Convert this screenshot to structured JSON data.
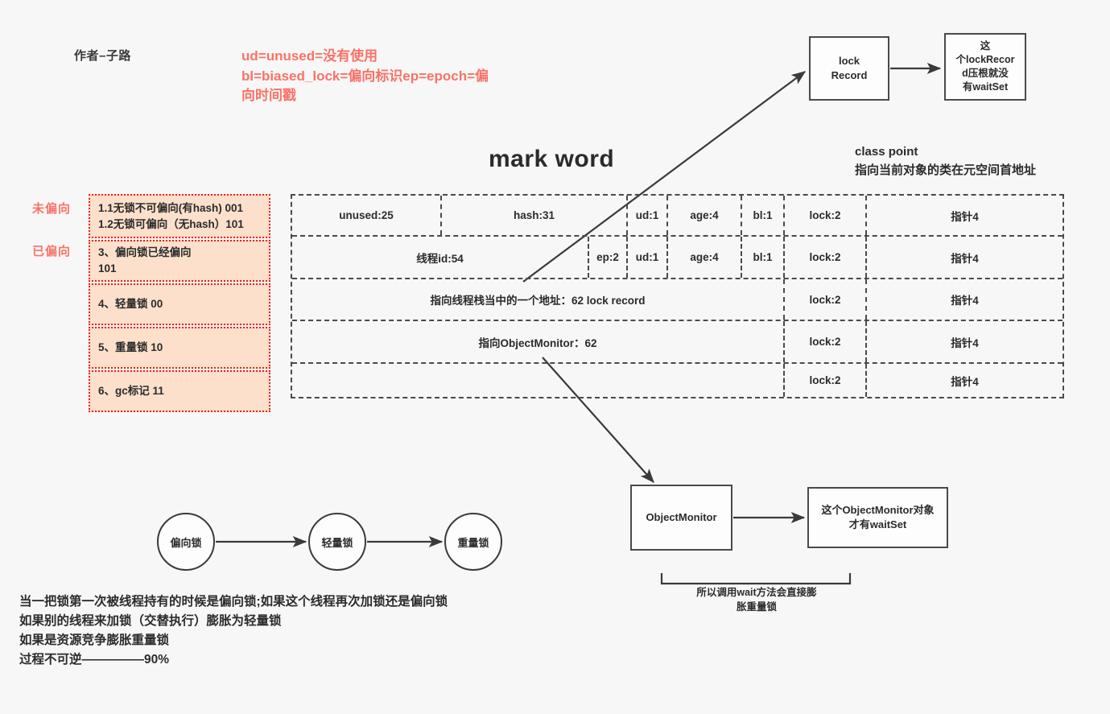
{
  "author": "作者–子路",
  "legend_note": {
    "lines": [
      "ud=unused=没有使用",
      "bl=biased_lock=偏向标识ep=epoch=偏",
      "向时间戳"
    ],
    "color": "#fa7268"
  },
  "headings": {
    "mark_word": "mark word",
    "class_point_title": "class point",
    "class_point_desc": "指向当前对象的类在元空间首地址"
  },
  "state_panel": {
    "tags": {
      "unbiased": "未偏向",
      "biased": "已偏向"
    },
    "border_color": "#f41b1b",
    "fill_color": "#fce0cc",
    "rows": [
      {
        "lines": [
          "1.1无锁不可偏向(有hash) 001",
          "1.2无锁可偏向（无hash）101"
        ]
      },
      {
        "lines": [
          "3、偏向锁已经偏向",
          "101"
        ]
      },
      {
        "lines": [
          "4、轻量锁 00"
        ]
      },
      {
        "lines": [
          "5、重量锁 10"
        ]
      },
      {
        "lines": [
          "6、gc标记 11"
        ]
      }
    ]
  },
  "mark_word_table": {
    "rows": [
      {
        "cells": [
          {
            "label": "unused:25"
          },
          {
            "label": "hash:31"
          },
          {
            "label": "ud:1"
          },
          {
            "label": "age:4"
          },
          {
            "label": "bl:1"
          },
          {
            "label": "lock:2"
          },
          {
            "label": "指针4"
          }
        ]
      },
      {
        "cells": [
          {
            "label": "线程id:54"
          },
          {
            "label": "ep:2"
          },
          {
            "label": "ud:1"
          },
          {
            "label": "age:4"
          },
          {
            "label": "bl:1"
          },
          {
            "label": "lock:2"
          },
          {
            "label": "指针4"
          }
        ]
      },
      {
        "cells": [
          {
            "label": "指向线程栈当中的一个地址：62   lock record"
          },
          {
            "label": "lock:2"
          },
          {
            "label": "指针4"
          }
        ]
      },
      {
        "cells": [
          {
            "label": "指向ObjectMonitor：62"
          },
          {
            "label": "lock:2"
          },
          {
            "label": "指针4"
          }
        ]
      },
      {
        "cells": [
          {
            "label": ""
          },
          {
            "label": "lock:2"
          },
          {
            "label": "指针4"
          }
        ]
      }
    ]
  },
  "boxes": {
    "lock_record": "lock\nRecord",
    "lock_record_note": "这\n个lockRecor\nd压根就没\n有waitSet",
    "object_monitor": "ObjectMonitor",
    "object_monitor_note": "这个ObjectMonitor对象\n才有waitSet"
  },
  "flow_circles": [
    "偏向锁",
    "轻量锁",
    "重量锁"
  ],
  "bracket_caption": "所以调用wait方法会直接膨\n胀重量锁",
  "summary_lines": [
    "当一把锁第一次被线程持有的时候是偏向锁;如果这个线程再次加锁还是偏向锁",
    "如果别的线程来加锁（交替执行）膨胀为轻量锁",
    "如果是资源竞争膨胀重量锁",
    "过程不可逆—————90%"
  ]
}
